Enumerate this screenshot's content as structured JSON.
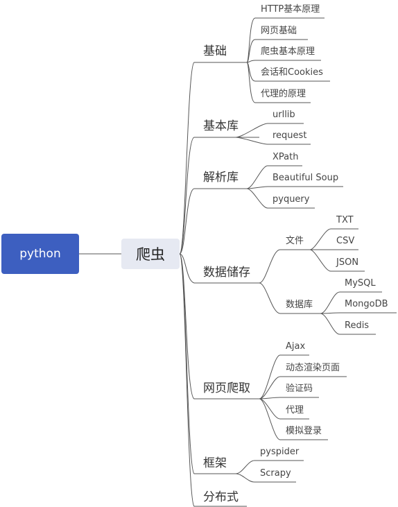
{
  "root": {
    "label": "python"
  },
  "main": {
    "label": "爬虫"
  },
  "branches": [
    {
      "label": "基础",
      "children": [
        {
          "label": "HTTP基本原理"
        },
        {
          "label": "网页基础"
        },
        {
          "label": "爬虫基本原理"
        },
        {
          "label": "会话和Cookies"
        },
        {
          "label": "代理的原理"
        }
      ]
    },
    {
      "label": "基本库",
      "children": [
        {
          "label": "urllib"
        },
        {
          "label": "request"
        }
      ]
    },
    {
      "label": "解析库",
      "children": [
        {
          "label": "XPath"
        },
        {
          "label": "Beautiful Soup"
        },
        {
          "label": "pyquery"
        }
      ]
    },
    {
      "label": "数据储存",
      "children": [
        {
          "label": "文件",
          "children": [
            {
              "label": "TXT"
            },
            {
              "label": "CSV"
            },
            {
              "label": "JSON"
            }
          ]
        },
        {
          "label": "数据库",
          "children": [
            {
              "label": "MySQL"
            },
            {
              "label": "MongoDB"
            },
            {
              "label": "Redis"
            }
          ]
        }
      ]
    },
    {
      "label": "网页爬取",
      "children": [
        {
          "label": "Ajax"
        },
        {
          "label": "动态渲染页面"
        },
        {
          "label": "验证码"
        },
        {
          "label": "代理"
        },
        {
          "label": "模拟登录"
        }
      ]
    },
    {
      "label": "框架",
      "children": [
        {
          "label": "pyspider"
        },
        {
          "label": "Scrapy"
        }
      ]
    },
    {
      "label": "分布式",
      "children": []
    }
  ]
}
